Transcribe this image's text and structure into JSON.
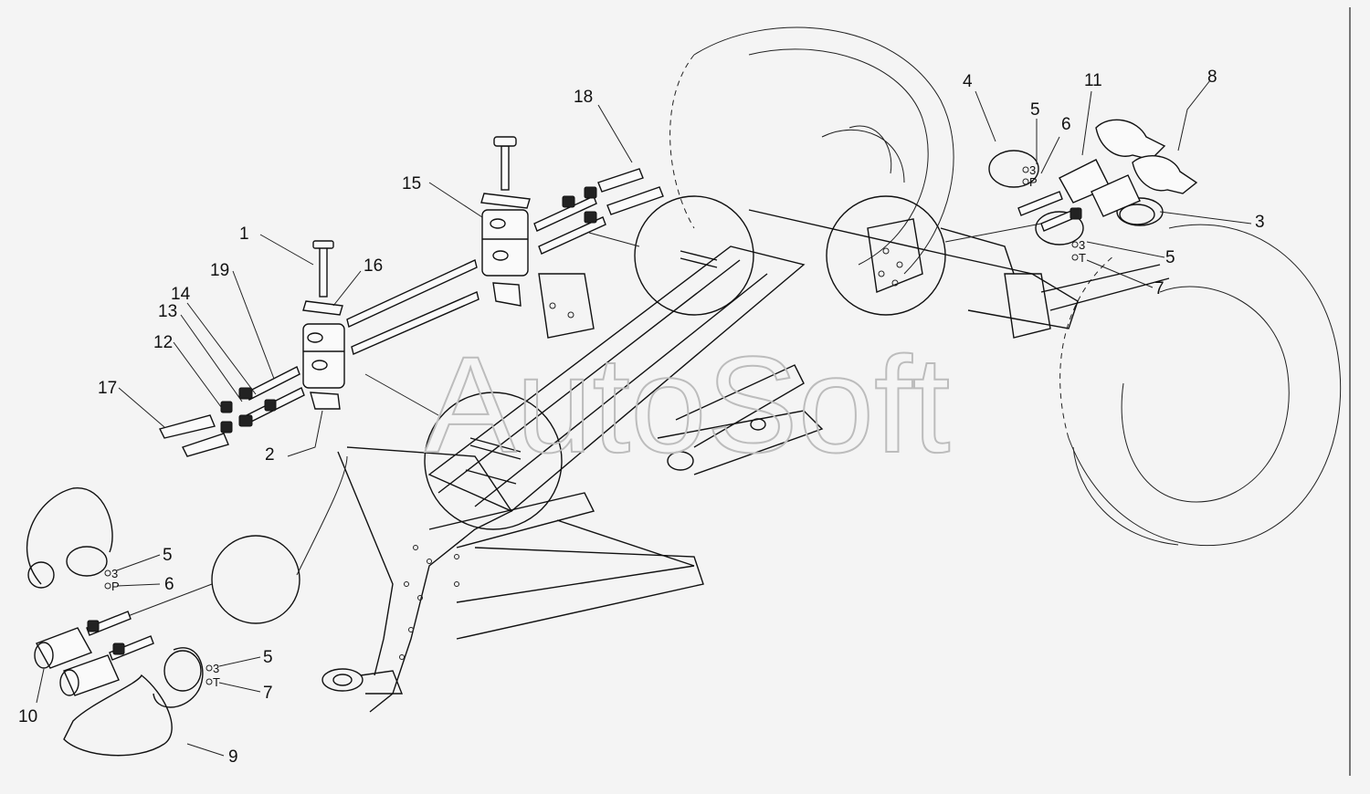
{
  "watermark": "AutoSoft",
  "callouts": [
    {
      "id": "c1",
      "label": "1"
    },
    {
      "id": "c2",
      "label": "2"
    },
    {
      "id": "c3",
      "label": "3"
    },
    {
      "id": "c4",
      "label": "4"
    },
    {
      "id": "c5a",
      "label": "5"
    },
    {
      "id": "c5b",
      "label": "5"
    },
    {
      "id": "c5c",
      "label": "5"
    },
    {
      "id": "c5d",
      "label": "5"
    },
    {
      "id": "c6a",
      "label": "6"
    },
    {
      "id": "c6b",
      "label": "6"
    },
    {
      "id": "c7a",
      "label": "7"
    },
    {
      "id": "c7b",
      "label": "7"
    },
    {
      "id": "c8",
      "label": "8"
    },
    {
      "id": "c9",
      "label": "9"
    },
    {
      "id": "c10",
      "label": "10"
    },
    {
      "id": "c11",
      "label": "11"
    },
    {
      "id": "c12",
      "label": "12"
    },
    {
      "id": "c13",
      "label": "13"
    },
    {
      "id": "c14",
      "label": "14"
    },
    {
      "id": "c15",
      "label": "15"
    },
    {
      "id": "c16",
      "label": "16"
    },
    {
      "id": "c17",
      "label": "17"
    },
    {
      "id": "c18",
      "label": "18"
    },
    {
      "id": "c19",
      "label": "19"
    }
  ],
  "ring_marks": {
    "top_right_upper": [
      "3",
      "P"
    ],
    "top_right_lower": [
      "3",
      "T"
    ],
    "bottom_left_upper": [
      "3",
      "P"
    ],
    "bottom_left_lower": [
      "3",
      "T"
    ]
  }
}
